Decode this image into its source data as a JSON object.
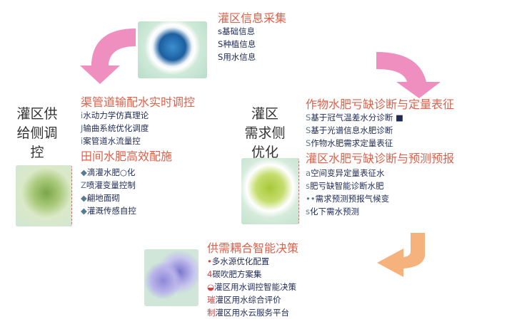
{
  "top": {
    "title": "灌区信息采集",
    "items": [
      {
        "bullet": "s",
        "text": "基础信息"
      },
      {
        "bullet": "S",
        "text": "种植信息"
      },
      {
        "bullet": "S",
        "text": "用水信息"
      }
    ]
  },
  "left": {
    "side_label": "灌区供给侧调控",
    "side_lines": [
      "灌区供",
      "给侧调",
      "控"
    ],
    "sections": [
      {
        "title": "渠管道输配水实时调控",
        "items": [
          {
            "bullet": "i",
            "text": "水动力学仿真理论"
          },
          {
            "bullet": "J",
            "text": "输曲系统优化调度"
          },
          {
            "bullet": "i",
            "text": "案管道水流量控"
          }
        ]
      },
      {
        "title": "田间水肥高效配施",
        "items": [
          {
            "bullet": "◆",
            "text": "滴灌水肥○化"
          },
          {
            "bullet": "Z",
            "text": "喷灌变量控制"
          },
          {
            "bullet": "◆",
            "text": "翩地面砌"
          },
          {
            "bullet": "◆",
            "text": "灌溉传感自控"
          }
        ]
      }
    ]
  },
  "middle": {
    "side_label": "灌区需求侧优化",
    "side_lines": [
      "灌区",
      "需求侧",
      "优化"
    ],
    "sections": [
      {
        "title": "作物水肥亏缺诊断与定量表征",
        "items": [
          {
            "bullet": "S",
            "text": "基于冠气温差水分诊断 ■"
          },
          {
            "bullet": "S",
            "text": "基于光谱信息水肥诊断"
          },
          {
            "bullet": "S",
            "text": "作物水肥需求定量表征"
          }
        ]
      },
      {
        "title": "灌区水肥亏缺诊断与预测预报",
        "items": [
          {
            "bullet": "a",
            "text": "空间变异定量表征水"
          },
          {
            "bullet": "s",
            "text": "肥亏缺智能诊断水肥"
          },
          {
            "bullet": "••",
            "text": "需求预测预报气候变"
          },
          {
            "bullet": "s",
            "text": "化下需水预测"
          }
        ]
      }
    ]
  },
  "bottom": {
    "title": "供需耦合智能决策",
    "items": [
      {
        "bullet": "•",
        "text": "多水源优化配置"
      },
      {
        "bullet": "4",
        "text": "碳吹肥方案集"
      },
      {
        "bullet": "◒",
        "text": "灌区用水调控智能决策"
      },
      {
        "bullet": "璀",
        "text": "灌区用水综合评价"
      },
      {
        "bullet": "制",
        "text": "灌区用水云服务平台"
      }
    ]
  },
  "colors": {
    "heading": "#e0604a",
    "text": "#1f2a55",
    "pink_arrow": "#ee8fbf",
    "orange_arrow": "#f6b27c"
  }
}
